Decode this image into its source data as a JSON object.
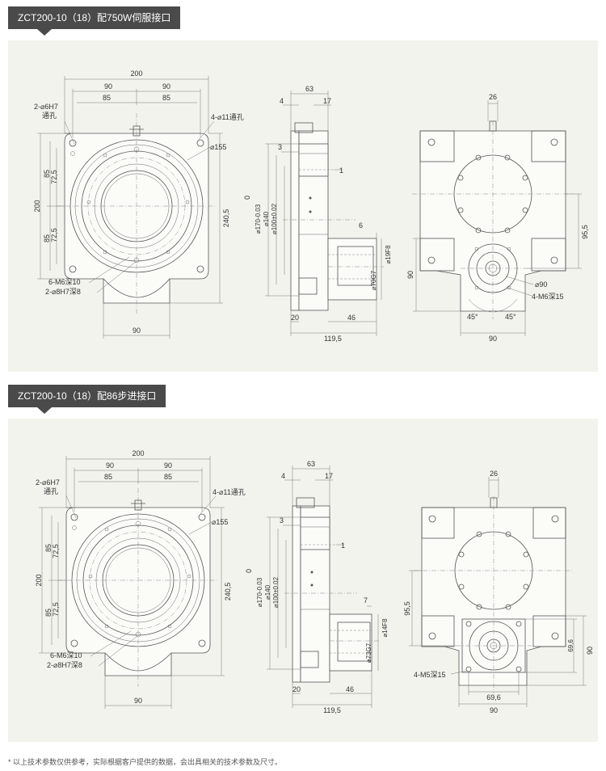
{
  "sections": [
    {
      "title": "ZCT200-10（18）配750W伺服接口",
      "front": {
        "dim_top": "200",
        "dim_half_left": "90",
        "dim_half_right": "90",
        "dim_inner_left": "85",
        "dim_inner_right": "85",
        "hole_note_1": "2-⌀6H7",
        "hole_note_2": "通孔",
        "through_note": "4-⌀11通孔",
        "circle_note": "⌀155",
        "dim_left_height": "200",
        "dim_upper_85": "85",
        "dim_upper_72": "72,5",
        "dim_lower_85": "85",
        "dim_lower_72": "72,5",
        "dim_right_height": "240,5",
        "thread_note": "6-M6深10",
        "pin_note": "2-⌀8H7深8",
        "dim_bottom": "90"
      },
      "side": {
        "dim_63": "63",
        "dim_4": "4",
        "dim_17": "17",
        "dim_3": "3",
        "dim_1": "1",
        "dim_0": "0",
        "dia_170": "⌀170-0.03",
        "dia_140": "⌀140",
        "dia_100": "⌀100±0.02",
        "dim_6": "6",
        "dia_shaft": "⌀19F8",
        "dia_pilot": "⌀70G7",
        "dim_20": "20",
        "dim_46": "46",
        "dim_total": "119,5"
      },
      "back": {
        "dim_26": "26",
        "dim_95": "95,5",
        "dim_90_side": "90",
        "dia_90": "⌀90",
        "thread": "4-M6深15",
        "angle_left": "45°",
        "angle_right": "45°",
        "dim_bottom": "90"
      }
    },
    {
      "title": "ZCT200-10（18）配86步进接口",
      "front": {
        "dim_top": "200",
        "dim_half_left": "90",
        "dim_half_right": "90",
        "dim_inner_left": "85",
        "dim_inner_right": "85",
        "hole_note_1": "2-⌀6H7",
        "hole_note_2": "通孔",
        "through_note": "4-⌀11通孔",
        "circle_note": "⌀155",
        "dim_left_height": "200",
        "dim_upper_85": "85",
        "dim_upper_72": "72,5",
        "dim_lower_85": "85",
        "dim_lower_72": "72,5",
        "dim_right_height": "240,5",
        "thread_note": "6-M6深10",
        "pin_note": "2-⌀8H7深8",
        "dim_bottom": "90"
      },
      "side": {
        "dim_63": "63",
        "dim_4": "4",
        "dim_17": "17",
        "dim_3": "3",
        "dim_1": "1",
        "dim_0": "0",
        "dia_170": "⌀170-0.03",
        "dia_140": "⌀140",
        "dia_100": "⌀100±0.02",
        "dim_6": "7",
        "dia_shaft": "⌀14F8",
        "dia_pilot": "⌀73G7",
        "dim_20": "20",
        "dim_46": "46",
        "dim_total": "119,5"
      },
      "back": {
        "dim_26": "26",
        "dim_95": "95,5",
        "dim_90_side": "90",
        "dim_69_side": "69,6",
        "thread": "4-M5深15",
        "dim_69_bottom": "69,6",
        "dim_bottom": "90"
      }
    }
  ],
  "footnote": "* 以上技术参数仅供参考，实际根据客户提供的数据，会出具相关的技术参数及尺寸。",
  "colors": {
    "tab": "#4a4a4a",
    "panel": "#f3f3ee",
    "line": "#555555"
  }
}
